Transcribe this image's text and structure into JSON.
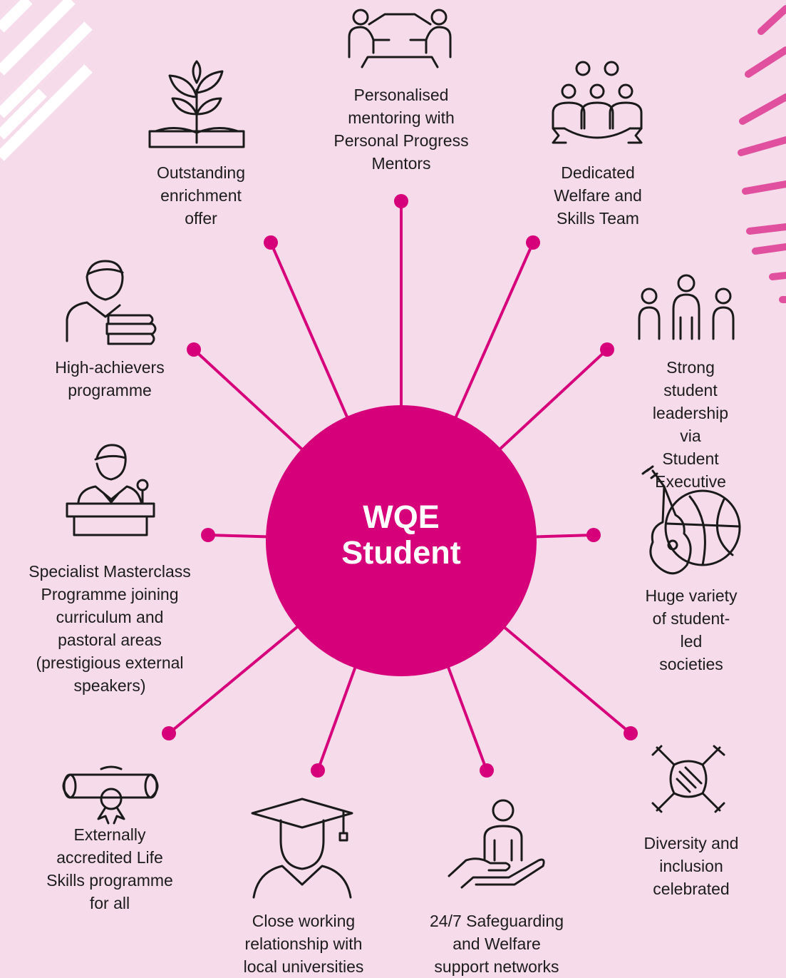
{
  "colors": {
    "background": "#f6dcea",
    "accent": "#d6007a",
    "stripe_pink": "#e0509e",
    "icon": "#1a1a1a"
  },
  "center": {
    "title": "WQE\nStudent"
  },
  "spokes": [
    {
      "icon": "mentoring-icon",
      "label": "Personalised\nmentoring with\nPersonal Progress\nMentors"
    },
    {
      "icon": "welfare-team-icon",
      "label": "Dedicated\nWelfare and\nSkills Team"
    },
    {
      "icon": "leadership-icon",
      "label": "Strong student\nleadership via\nStudent Executive"
    },
    {
      "icon": "guitar-ball-icon",
      "label": "Huge variety\nof student-led\nsocieties"
    },
    {
      "icon": "joined-hands-icon",
      "label": "Diversity and\ninclusion\ncelebrated"
    },
    {
      "icon": "helping-hand-icon",
      "label": "24/7 Safeguarding\nand Welfare\nsupport networks"
    },
    {
      "icon": "graduate-icon",
      "label": "Close working\nrelationship with\nlocal universities"
    },
    {
      "icon": "certificate-scroll-icon",
      "label": "Externally\naccredited Life\nSkills programme\nfor all"
    },
    {
      "icon": "speaker-podium-icon",
      "label": "Specialist Masterclass\nProgramme joining\ncurriculum and\npastoral areas\n(prestigious external\nspeakers)"
    },
    {
      "icon": "student-books-icon",
      "label": "High-achievers\nprogramme"
    },
    {
      "icon": "growing-book-icon",
      "label": "Outstanding\nenrichment\noffer"
    }
  ]
}
